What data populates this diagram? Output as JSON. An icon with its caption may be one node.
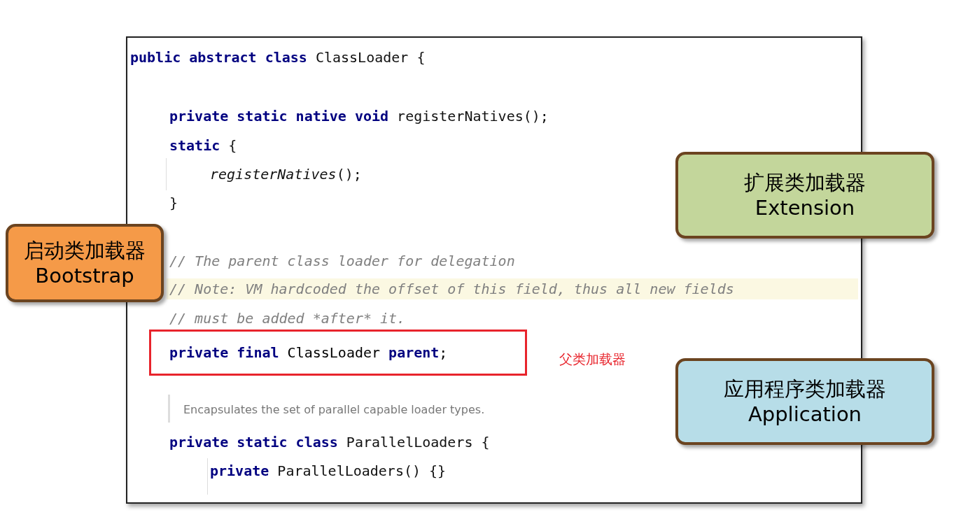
{
  "diagram": {
    "nodes": [
      {
        "text": [
          "启动类加载器",
          "Bootstrap"
        ]
      },
      {
        "text": [
          "扩展类加载器",
          "Extension"
        ]
      },
      {
        "text": [
          "**private final** ClassLoader **parent**;"
        ],
        "beside": [
          "父类加载器"
        ]
      },
      {
        "text": [
          "应用程序类加载器",
          "Application"
        ]
      }
    ],
    "labels": [
      "**public abstract class** ClassLoader {",
      "**private static native void** registerNatives();",
      "**static** {",
      "*registerNatives*();",
      "}",
      "// The parent class loader for delegation",
      "// Note: VM hardcoded the offset of this field, thus all new fields",
      "// must be added *after* it.",
      "Encapsulates the set of parallel capable loader types.",
      "**private static class** ParallelLoaders {",
      "**private** ParallelLoaders() {}"
    ]
  }
}
